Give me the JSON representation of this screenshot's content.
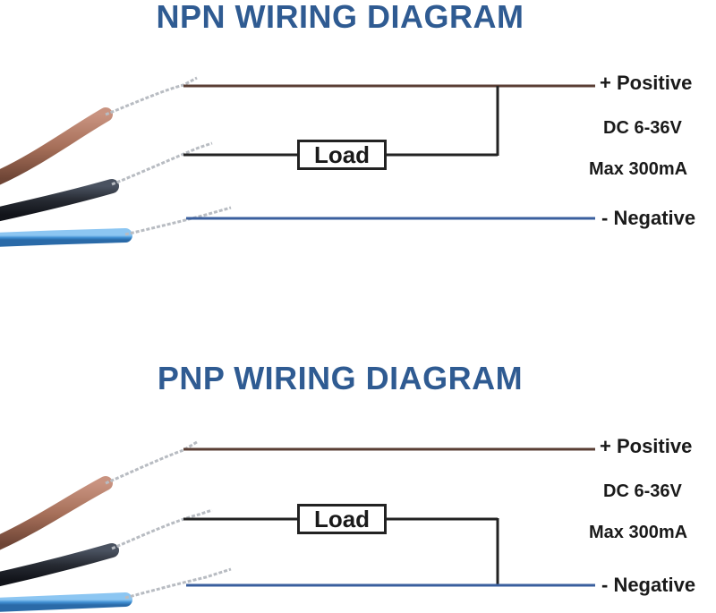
{
  "npn": {
    "title": "NPN WIRING DIAGRAM",
    "positive_label": "+ Positive",
    "negative_label": "- Negative",
    "voltage": "DC 6-36V",
    "current": "Max 300mA",
    "load_label": "Load"
  },
  "pnp": {
    "title": "PNP WIRING DIAGRAM",
    "positive_label": "+ Positive",
    "negative_label": "- Negative",
    "voltage": "DC 6-36V",
    "current": "Max 300mA",
    "load_label": "Load"
  },
  "colors": {
    "title": "#2f5b92",
    "brown_wire": "#5a3e34",
    "black_wire": "#222222",
    "blue_wire": "#3a5f9e",
    "brown_insulation": "#a7705a",
    "black_insulation": "#2a2e36",
    "blue_insulation": "#3f8fd2"
  }
}
